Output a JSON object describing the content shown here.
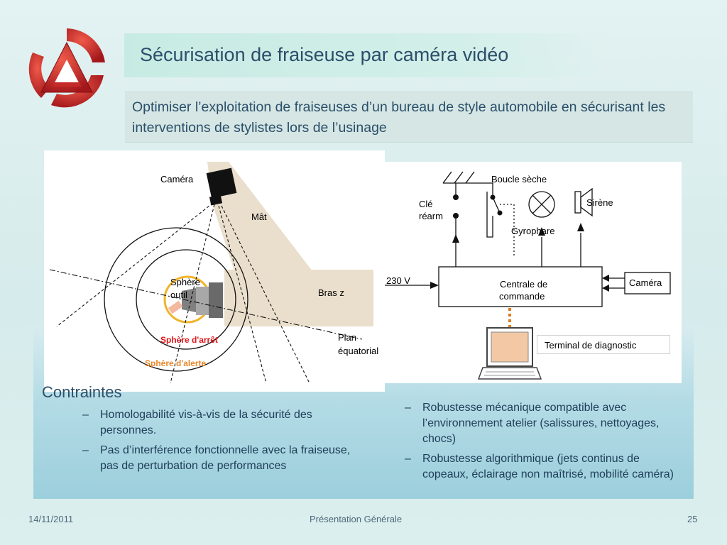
{
  "title": "Sécurisation de fraiseuse par caméra vidéo",
  "subtitle": "Optimiser l’exploitation de fraiseuses d’un bureau de style automobile en sécurisant les interventions de stylistes lors de l’usinage",
  "colors": {
    "title_text": "#2b4f6a",
    "logo_red": "#c42a2a",
    "arret_red": "#e0171b",
    "alerte_orange": "#e8882a",
    "tool_sphere_yellow": "#f0b429",
    "mast_beige": "#e9dfcc",
    "terminal_screen": "#f2c9a4",
    "link_orange": "#e07a20"
  },
  "diagram": {
    "camera_label": "Caméra",
    "mast_label": "Mât",
    "tool_sphere_label_1": "Sphère",
    "tool_sphere_label_2": "outil",
    "arm_label": "Bras z",
    "stop_sphere_label": "Sphère d'arrêt",
    "alert_sphere_label": "Sphère d'alerte",
    "plane_label_1": "Plan",
    "plane_label_2": "équatorial"
  },
  "circuit": {
    "loop_label": "Boucle sèche",
    "key_label_1": "Clé",
    "key_label_2": "réarm",
    "siren_label": "Sirène",
    "beacon_label": "Gyrophare",
    "voltage_label": "230 V",
    "central_label_1": "Centrale de",
    "central_label_2": "commande",
    "camera_label": "Caméra",
    "terminal_label": "Terminal de diagnostic"
  },
  "constraints": {
    "heading": "Contraintes",
    "left_items": [
      "Homologabilité vis-à-vis de la sécurité des personnes.",
      "Pas d’interférence fonctionnelle avec la fraiseuse, pas de perturbation de performances"
    ],
    "right_items": [
      "Robustesse mécanique compatible avec l’environnement atelier (salissures, nettoyages, chocs)",
      " Robustesse algorithmique (jets continus de copeaux, éclairage non maîtrisé, mobilité caméra)"
    ],
    "dash": "–"
  },
  "footer": {
    "date": "14/11/2011",
    "center": "Présentation Générale",
    "page": "25"
  }
}
